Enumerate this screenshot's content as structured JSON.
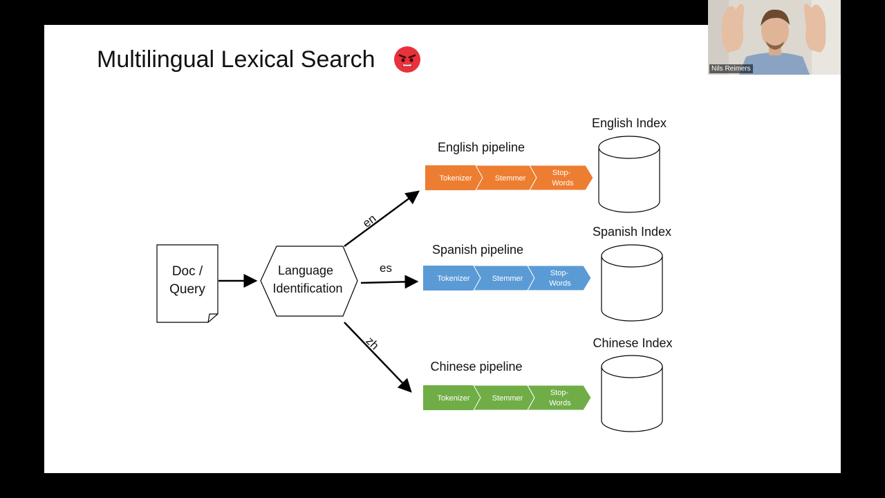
{
  "slide": {
    "title": "Multilingual Lexical Search",
    "title_emoji_icon": "angry-face-icon"
  },
  "diagram": {
    "input": {
      "line1": "Doc /",
      "line2": "Query"
    },
    "language_id": {
      "line1": "Language",
      "line2": "Identification"
    },
    "branches": [
      {
        "lang_code": "en",
        "pipeline_label": "English pipeline",
        "index_label": "English Index",
        "color": "#ED7D31",
        "stages": [
          "Tokenizer",
          "Stemmer",
          "Stop-",
          "Words"
        ]
      },
      {
        "lang_code": "es",
        "pipeline_label": "Spanish pipeline",
        "index_label": "Spanish Index",
        "color": "#5B9BD5",
        "stages": [
          "Tokenizer",
          "Stemmer",
          "Stop-",
          "Words"
        ]
      },
      {
        "lang_code": "zh",
        "pipeline_label": "Chinese pipeline",
        "index_label": "Chinese Index",
        "color": "#70AD47",
        "stages": [
          "Tokenizer",
          "Stemmer",
          "Stop-",
          "Words"
        ]
      }
    ]
  },
  "webcam": {
    "participant_name": "Nils Reimers"
  }
}
